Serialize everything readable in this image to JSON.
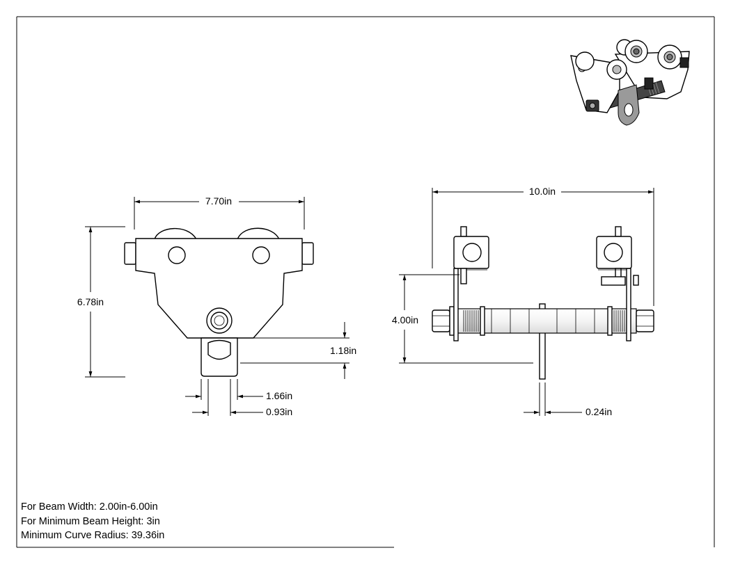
{
  "dimensions": {
    "width": "7.70in",
    "height": "6.78in",
    "eye_height": "1.18in",
    "eye_outer": "1.66in",
    "eye_inner": "0.93in",
    "length": "10.0in",
    "axle_height": "4.00in",
    "plate_thickness": "0.24in"
  },
  "notes": {
    "beam_width": "For Beam Width: 2.00in-6.00in",
    "beam_height": "For Minimum Beam Height: 3in",
    "curve_radius": "Minimum Curve Radius: 39.36in"
  }
}
